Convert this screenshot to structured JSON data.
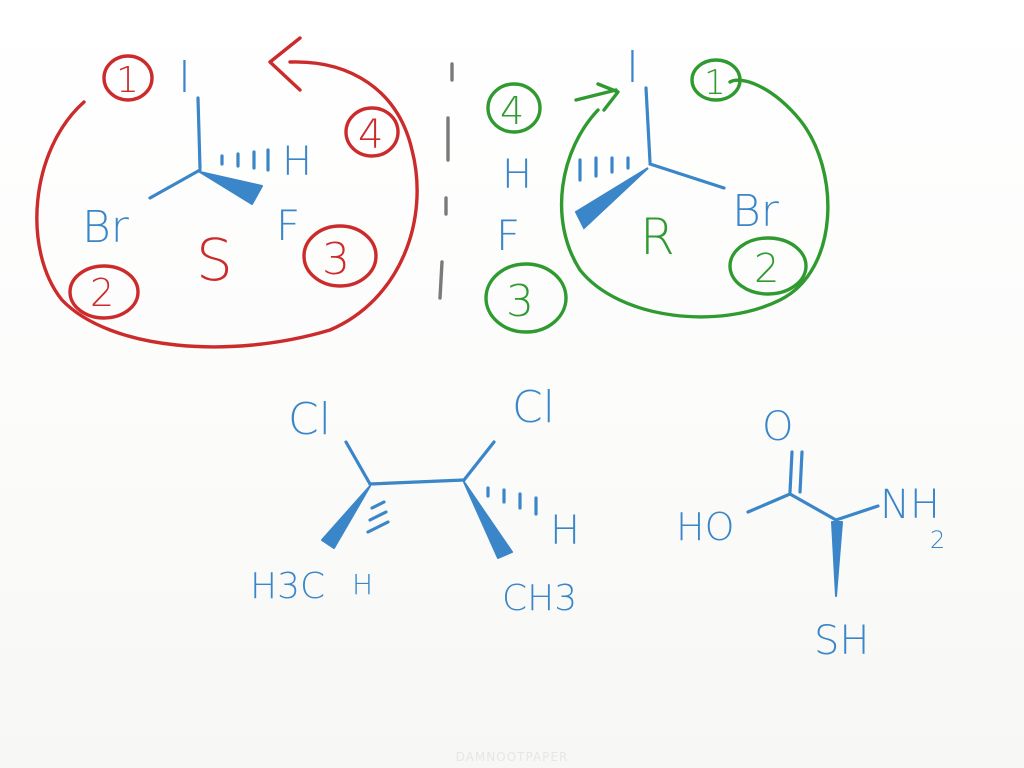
{
  "app": {
    "watermark": "DAMNOOTPAPER"
  },
  "colors": {
    "blue": "#3a86c8",
    "red": "#cc2b2b",
    "green": "#2f9a2f",
    "divider": "#7a7a7a"
  },
  "left_molecule": {
    "substituents": {
      "top": "I",
      "left": "Br",
      "right_up": "H",
      "right_down": "F"
    },
    "priority_labels": [
      "1",
      "2",
      "3",
      "4"
    ],
    "configuration": "S"
  },
  "right_molecule": {
    "substituents": {
      "top": "I",
      "right": "Br",
      "left_up": "H",
      "left_down": "F"
    },
    "priority_labels": [
      "1",
      "2",
      "3",
      "4"
    ],
    "configuration": "R"
  },
  "dichloro_molecule": {
    "atoms": {
      "cl_left": "Cl",
      "cl_right": "Cl",
      "h_left": "H",
      "h_right": "H",
      "ch3_left": "H3C",
      "ch3_right": "CH3"
    }
  },
  "amino_acid_molecule": {
    "atoms": {
      "oxygen": "O",
      "hydroxyl": "HO",
      "amine_n": "NH",
      "amine_sub": "2",
      "thiol": "SH"
    }
  }
}
